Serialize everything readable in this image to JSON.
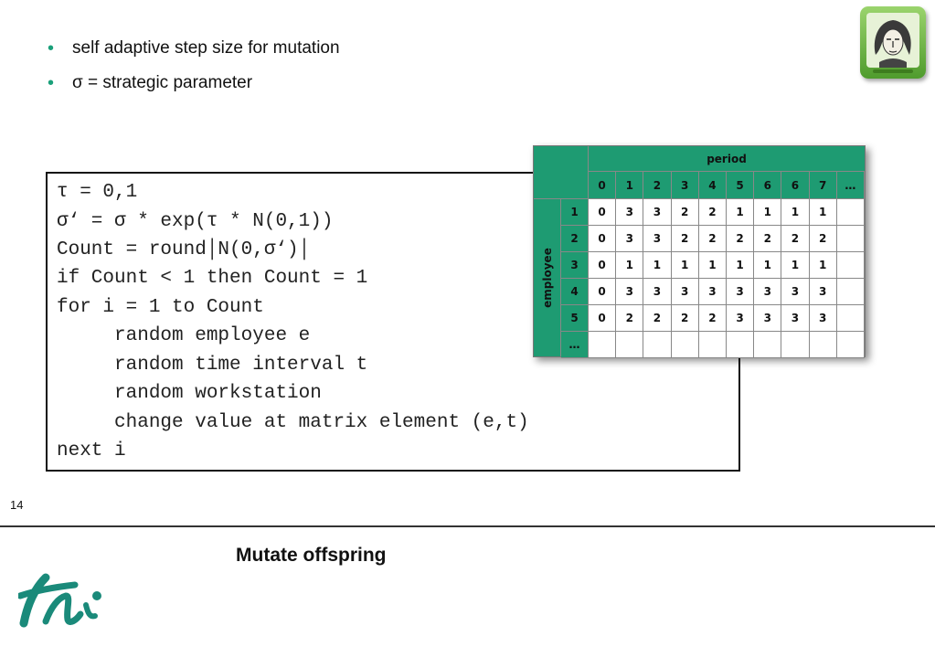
{
  "bullets": [
    "self adaptive step size for mutation",
    "σ = strategic  parameter"
  ],
  "code_lines": [
    "τ = 0,1",
    "σ‘ = σ * exp(τ * N(0,1))",
    "Count = round│N(0,σ‘)│",
    "if Count < 1 then Count = 1",
    "for i = 1 to Count",
    "     random employee e",
    "     random time interval t",
    "     random workstation",
    "     change value at matrix element (e,t)",
    "next i"
  ],
  "matrix": {
    "column_header": "period",
    "row_header": "employee",
    "columns": [
      "0",
      "1",
      "2",
      "3",
      "4",
      "5",
      "6",
      "6",
      "7",
      "…"
    ],
    "rows": [
      {
        "label": "1",
        "values": [
          "0",
          "3",
          "3",
          "2",
          "2",
          "1",
          "1",
          "1",
          "1",
          ""
        ]
      },
      {
        "label": "2",
        "values": [
          "0",
          "3",
          "3",
          "2",
          "2",
          "2",
          "2",
          "2",
          "2",
          ""
        ]
      },
      {
        "label": "3",
        "values": [
          "0",
          "1",
          "1",
          "1",
          "1",
          "1",
          "1",
          "1",
          "1",
          ""
        ]
      },
      {
        "label": "4",
        "values": [
          "0",
          "3",
          "3",
          "3",
          "3",
          "3",
          "3",
          "3",
          "3",
          ""
        ]
      },
      {
        "label": "5",
        "values": [
          "0",
          "2",
          "2",
          "2",
          "2",
          "3",
          "3",
          "3",
          "3",
          ""
        ]
      },
      {
        "label": "…",
        "values": [
          "",
          "",
          "",
          "",
          "",
          "",
          "",
          "",
          "",
          ""
        ]
      }
    ],
    "accent_color": "#1e9b72"
  },
  "page_number": "14",
  "slide_title": "Mutate offspring",
  "icons": {
    "top_right_logo": "portrait-logo-icon",
    "bottom_left_logo": "tu-logo-icon"
  }
}
